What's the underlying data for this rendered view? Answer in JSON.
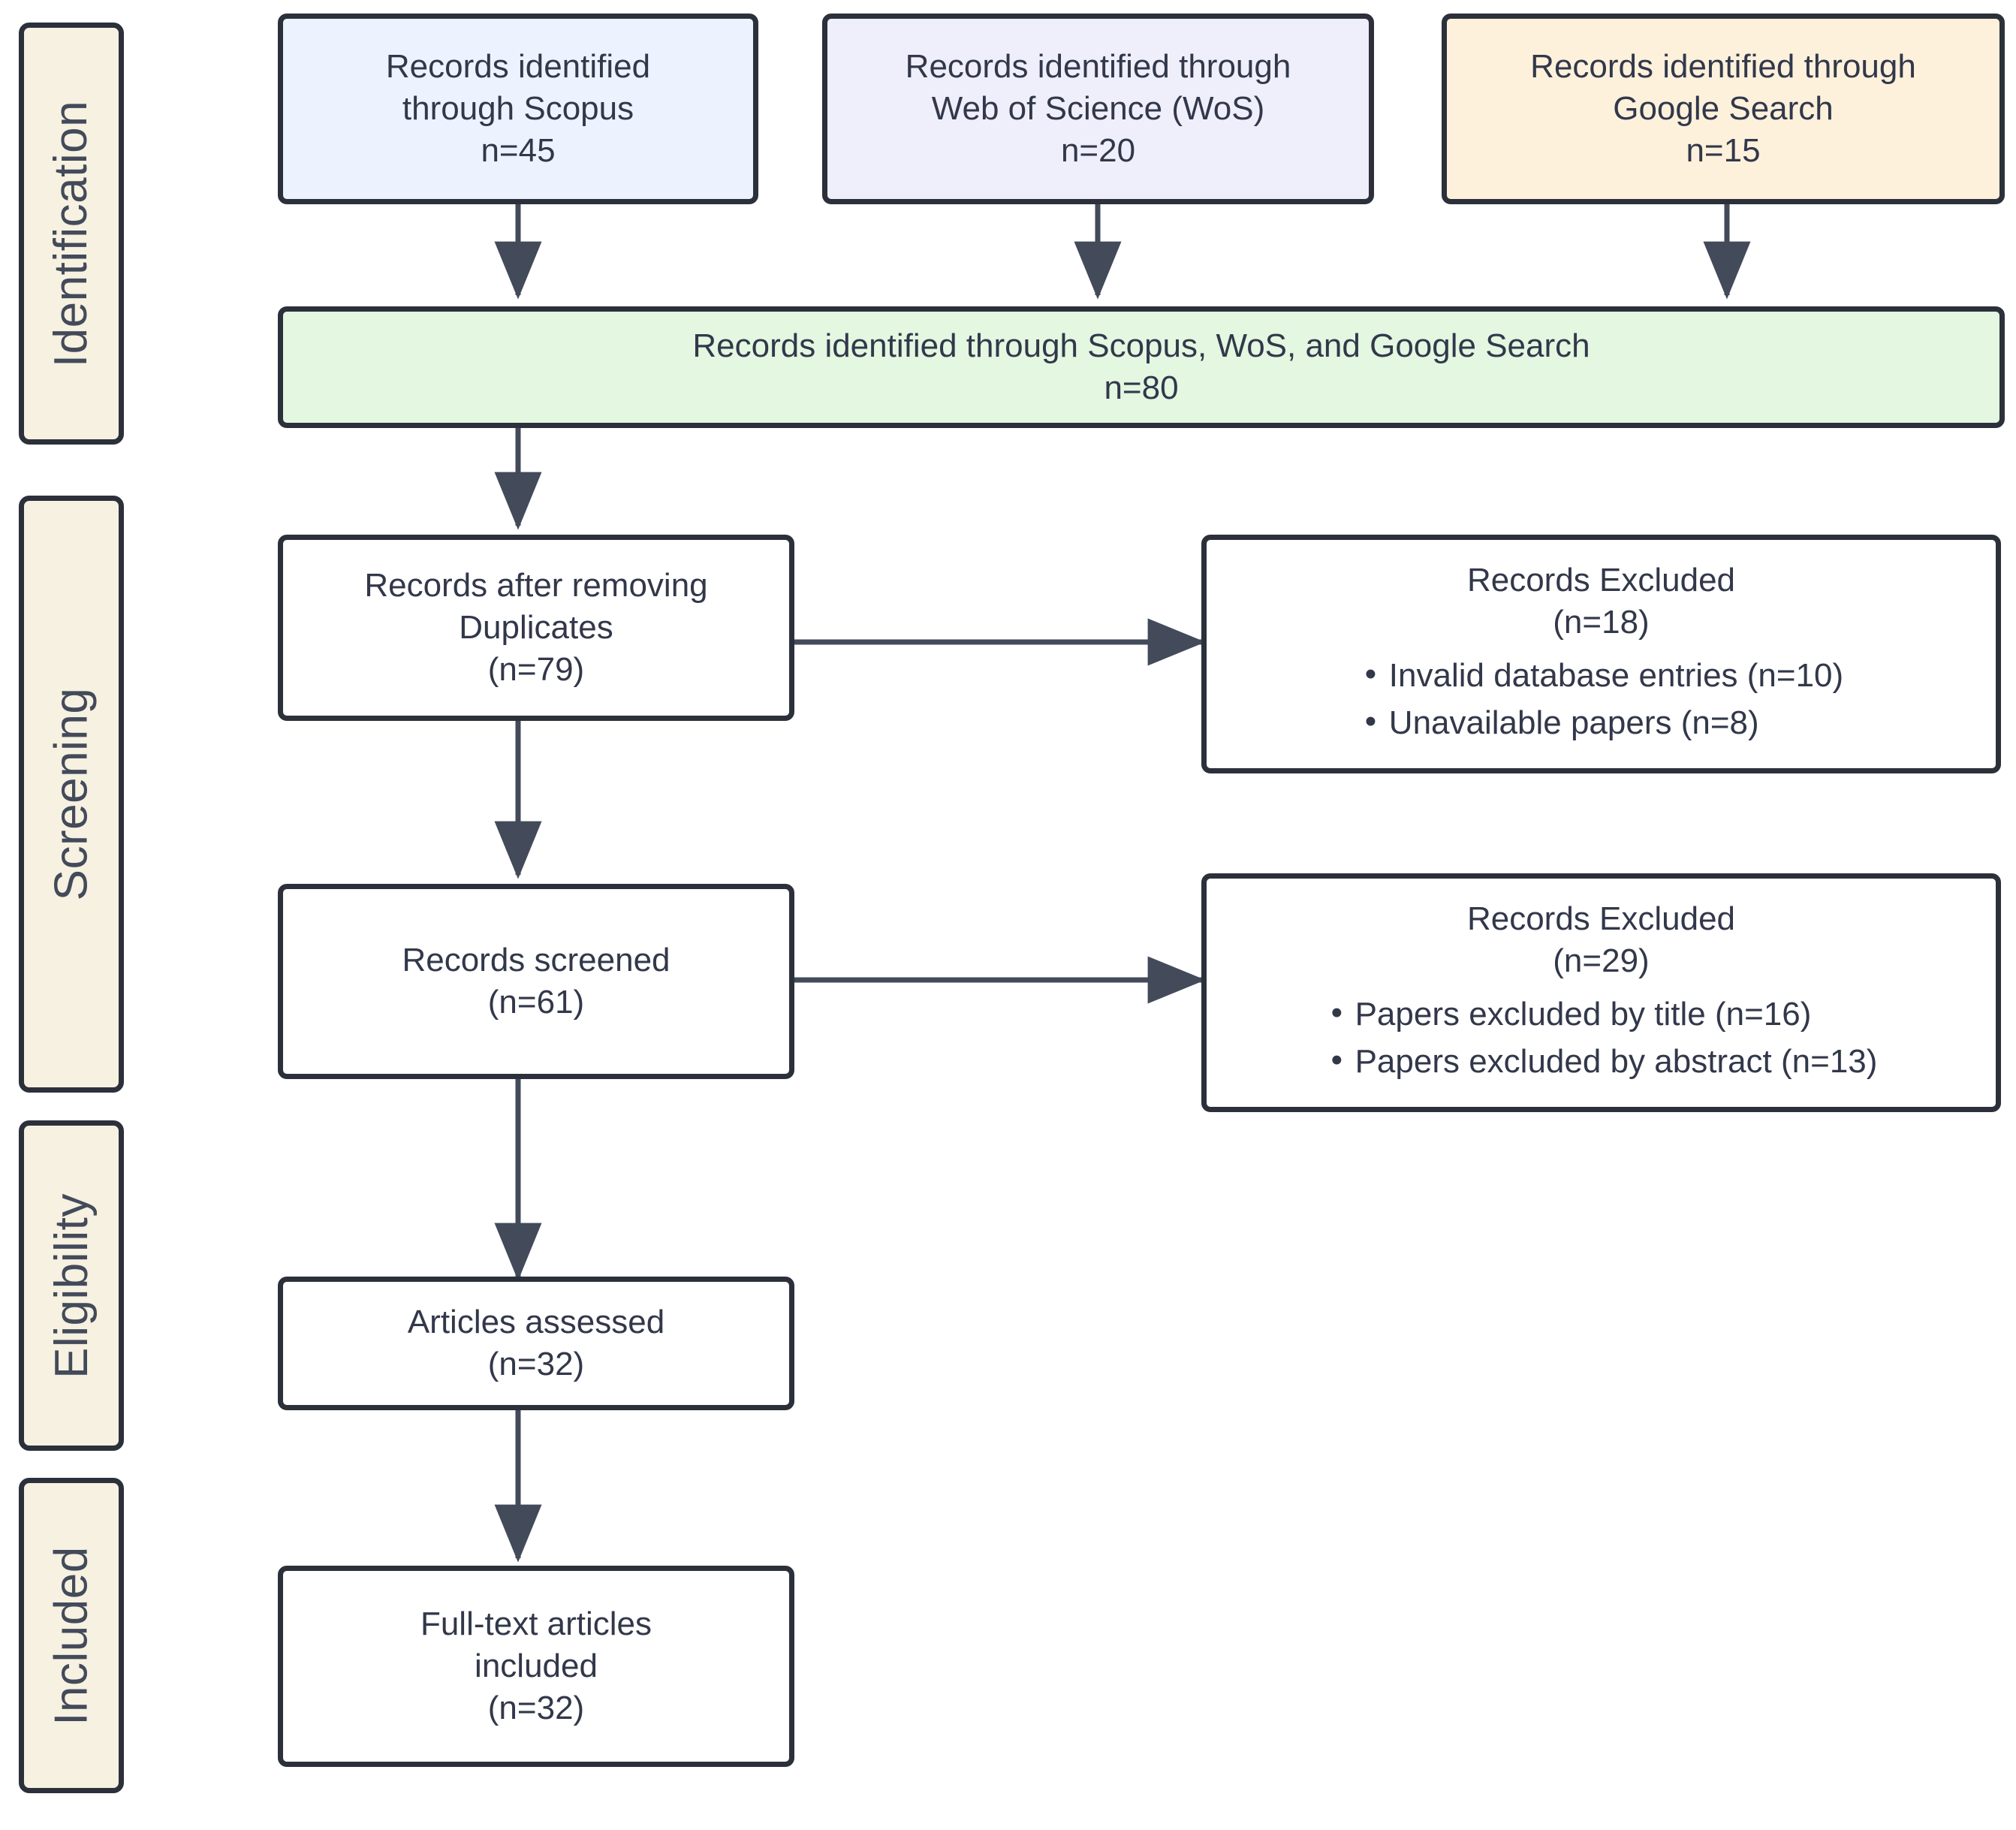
{
  "diagram": {
    "type": "PRISMA flow diagram",
    "colors": {
      "stroke": "#2b303b",
      "text": "#32384a",
      "phase_fill": "#f6f1e0",
      "scopus_fill": "#ecf3fe",
      "wos_fill": "#efeffb",
      "google_fill": "#fdf1dc",
      "combined_fill": "#e3f7e1",
      "default_fill": "#ffffff",
      "edge": "#434a5a"
    }
  },
  "phases": [
    {
      "label": "Identification"
    },
    {
      "label": "Screening"
    },
    {
      "label": "Eligibility"
    },
    {
      "label": "Included"
    }
  ],
  "nodes": {
    "scopus": {
      "lines": [
        "Records identified",
        "through Scopus",
        "n=45"
      ]
    },
    "wos": {
      "lines": [
        "Records identified through",
        "Web of Science (WoS)",
        "n=20"
      ]
    },
    "google": {
      "lines": [
        "Records identified through",
        "Google Search",
        "n=15"
      ]
    },
    "combined": {
      "lines": [
        "Records identified through Scopus, WoS, and Google Search",
        "n=80"
      ]
    },
    "deduped": {
      "lines": [
        "Records after removing",
        "Duplicates",
        "(n=79)"
      ]
    },
    "screened": {
      "lines": [
        "Records screened",
        "(n=61)"
      ]
    },
    "assessed": {
      "lines": [
        "Articles assessed",
        "(n=32)"
      ]
    },
    "included": {
      "lines": [
        "Full-text articles",
        "included",
        "(n=32)"
      ]
    }
  },
  "excluded": [
    {
      "title": "Records Excluded",
      "count": "(n=18)",
      "items": [
        "Invalid database entries (n=10)",
        "Unavailable papers (n=8)"
      ]
    },
    {
      "title": "Records Excluded",
      "count": "(n=29)",
      "items": [
        "Papers excluded by title (n=16)",
        "Papers excluded by abstract (n=13)"
      ]
    }
  ]
}
